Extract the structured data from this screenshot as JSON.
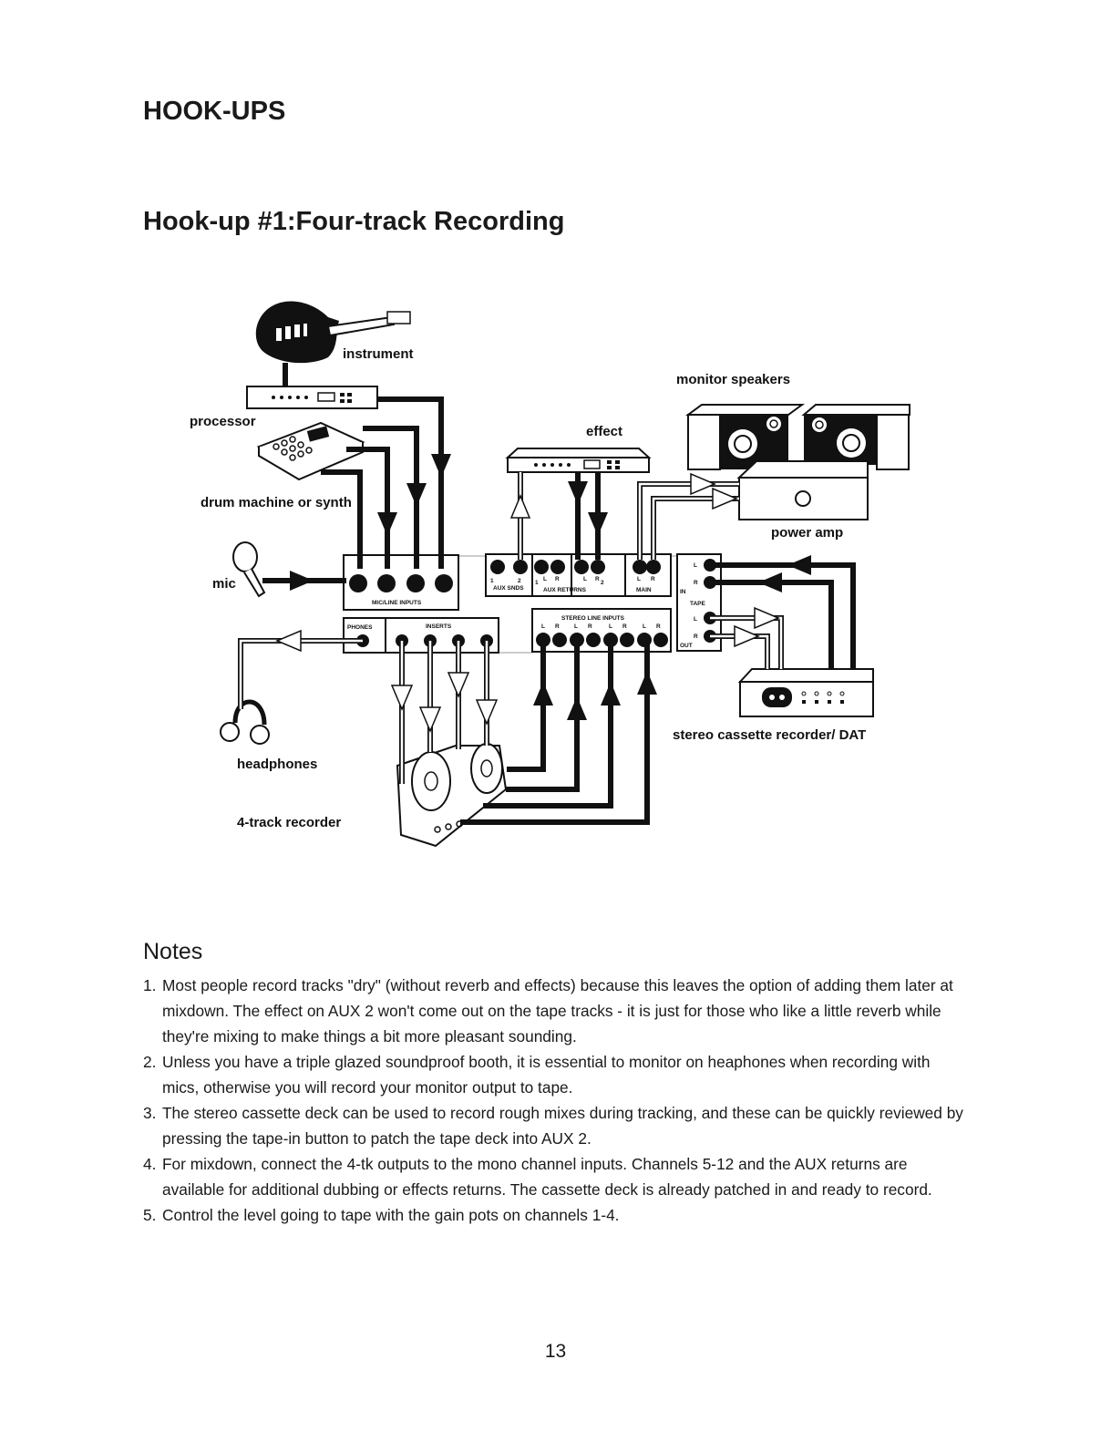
{
  "heading": "HOOK-UPS",
  "subheading": "Hook-up #1:Four-track Recording",
  "diagram": {
    "labels": {
      "instrument": "instrument",
      "processor": "processor",
      "drum_machine": "drum machine or synth",
      "mic": "mic",
      "effect": "effect",
      "monitor_speakers": "monitor speakers",
      "power_amp": "power amp",
      "cassette": "stereo cassette recorder/ DAT",
      "headphones": "headphones",
      "four_track": "4-track recorder"
    },
    "panel": {
      "mic_line_inputs": "MIC/LINE INPUTS",
      "aux_sends": "AUX SNDS",
      "aux_returns": "AUX RETURNS",
      "main": "MAIN",
      "phones": "PHONES",
      "inserts": "INSERTS",
      "stereo_line_inputs": "STEREO LINE INPUTS",
      "tape": "TAPE",
      "in": "IN",
      "out": "OUT",
      "one": "1",
      "two": "2",
      "l": "L",
      "r": "R"
    }
  },
  "notes": {
    "title": "Notes",
    "items": [
      {
        "num": "1.",
        "text": "Most people record tracks \"dry\" (without reverb and effects) because this leaves the option of adding them later at mixdown. The effect on AUX 2 won't come out on the tape tracks - it is just for those who like a little reverb while they're mixing to make things a bit more pleasant sounding."
      },
      {
        "num": "2.",
        "text": "Unless you have a triple glazed soundproof booth, it is essential to monitor on heaphones when recording with mics, otherwise you will record your monitor output to tape."
      },
      {
        "num": "3.",
        "text": "The stereo cassette deck can be used to record rough mixes during tracking, and these can be quickly reviewed by pressing the tape-in button to patch the tape deck into AUX 2."
      },
      {
        "num": "4.",
        "text": "For mixdown, connect the 4-tk outputs to the mono channel inputs. Channels 5-12 and the AUX returns are available for additional dubbing or effects returns. The cassette deck is already patched in and ready to record."
      },
      {
        "num": "5.",
        "text": "Control the level going to tape with the gain pots on channels 1-4."
      }
    ]
  },
  "page_number": "13"
}
